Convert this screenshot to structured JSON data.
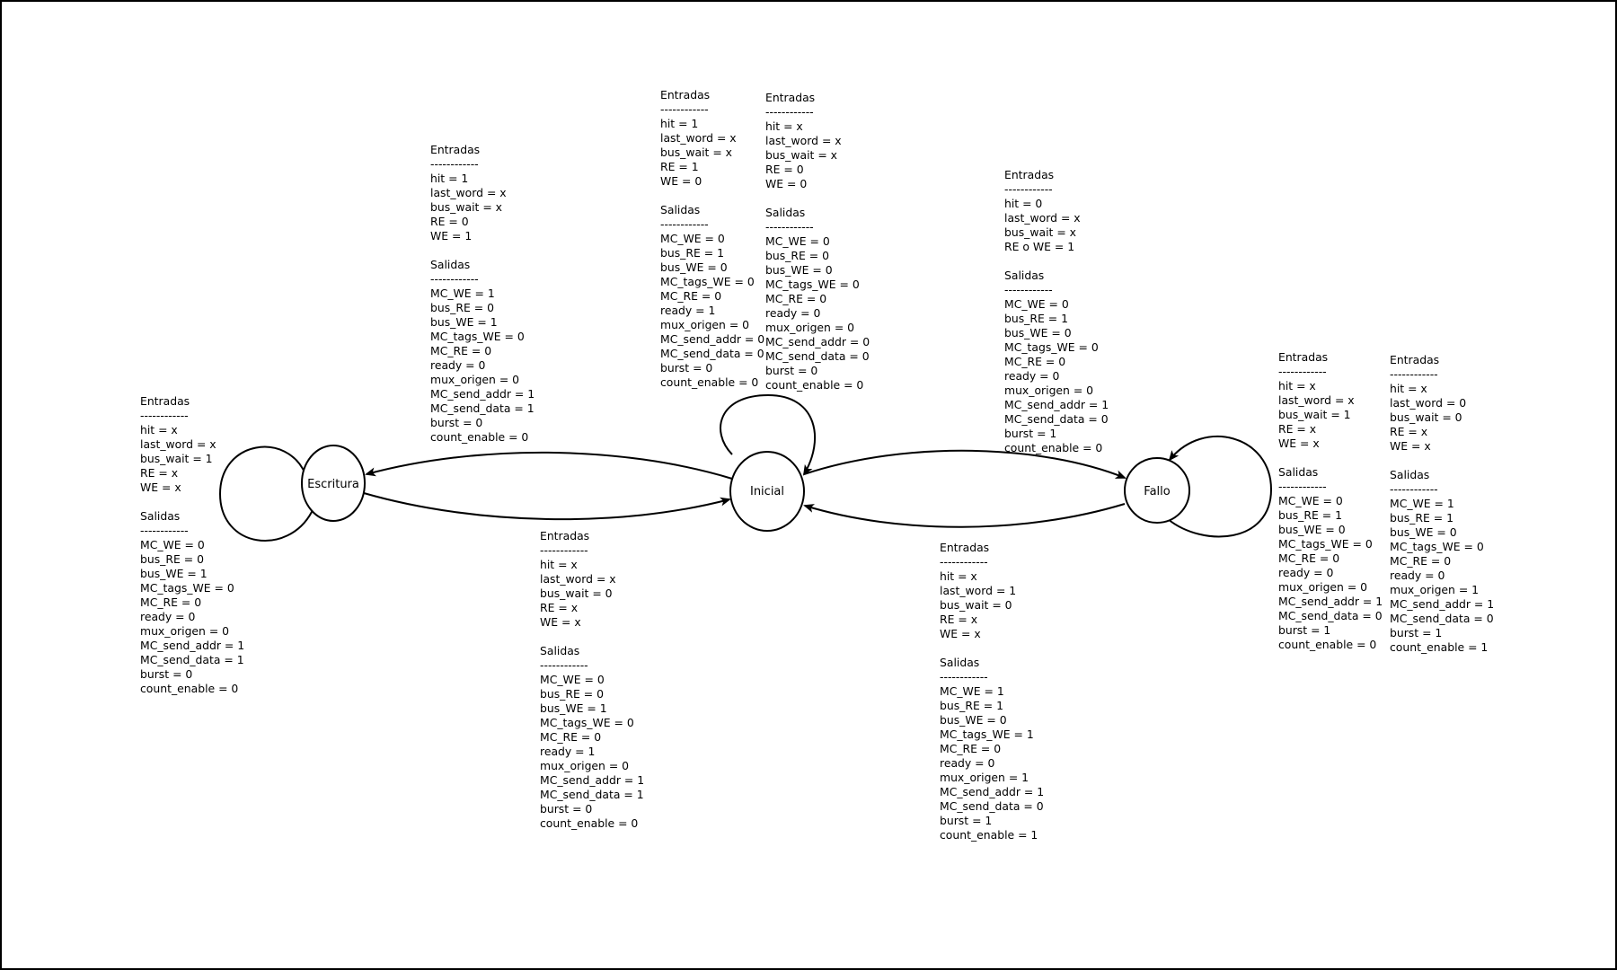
{
  "states": {
    "escritura": "Escritura",
    "inicial": "Inicial",
    "fallo": "Fallo"
  },
  "blocks": {
    "escritura_self": {
      "in_title": "Entradas",
      "in_sep": "------------",
      "inputs": [
        "hit = x",
        "last_word = x",
        "bus_wait = 1",
        "RE = x",
        "WE = x"
      ],
      "out_title": "Salidas",
      "out_sep": "------------",
      "outputs": [
        "MC_WE = 0",
        "bus_RE = 0",
        "bus_WE = 1",
        "MC_tags_WE = 0",
        "MC_RE = 0",
        "ready = 0",
        "mux_origen = 0",
        "MC_send_addr = 1",
        "MC_send_data = 1",
        "burst = 0",
        "count_enable = 0"
      ]
    },
    "inicial_to_escritura": {
      "in_title": "Entradas",
      "in_sep": "------------",
      "inputs": [
        "hit = 1",
        "last_word = x",
        "bus_wait = x",
        "RE = 0",
        "WE = 1"
      ],
      "out_title": "Salidas",
      "out_sep": "------------",
      "outputs": [
        "MC_WE = 1",
        "bus_RE = 0",
        "bus_WE = 1",
        "MC_tags_WE = 0",
        "MC_RE = 0",
        "ready = 0",
        "mux_origen = 0",
        "MC_send_addr = 1",
        "MC_send_data = 1",
        "burst = 0",
        "count_enable = 0"
      ]
    },
    "escritura_to_inicial": {
      "in_title": "Entradas",
      "in_sep": "------------",
      "inputs": [
        "hit = x",
        "last_word = x",
        "bus_wait = 0",
        "RE = x",
        "WE = x"
      ],
      "out_title": "Salidas",
      "out_sep": "------------",
      "outputs": [
        "MC_WE = 0",
        "bus_RE = 0",
        "bus_WE = 1",
        "MC_tags_WE = 0",
        "MC_RE = 0",
        "ready = 1",
        "mux_origen = 0",
        "MC_send_addr = 1",
        "MC_send_data = 1",
        "burst = 0",
        "count_enable = 0"
      ]
    },
    "inicial_self_read_hit": {
      "in_title": "Entradas",
      "in_sep": "------------",
      "inputs": [
        "hit = 1",
        "last_word = x",
        "bus_wait = x",
        "RE = 1",
        "WE = 0"
      ],
      "out_title": "Salidas",
      "out_sep": "------------",
      "outputs": [
        "MC_WE = 0",
        "bus_RE = 1",
        "bus_WE = 0",
        "MC_tags_WE = 0",
        "MC_RE = 0",
        "ready = 1",
        "mux_origen = 0",
        "MC_send_addr = 0",
        "MC_send_data = 0",
        "burst = 0",
        "count_enable = 0"
      ]
    },
    "inicial_self_idle": {
      "in_title": "Entradas",
      "in_sep": "------------",
      "inputs": [
        "hit = x",
        "last_word = x",
        "bus_wait = x",
        "RE = 0",
        "WE = 0"
      ],
      "out_title": "Salidas",
      "out_sep": "------------",
      "outputs": [
        "MC_WE = 0",
        "bus_RE = 0",
        "bus_WE = 0",
        "MC_tags_WE = 0",
        "MC_RE = 0",
        "ready = 0",
        "mux_origen = 0",
        "MC_send_addr = 0",
        "MC_send_data = 0",
        "burst = 0",
        "count_enable = 0"
      ]
    },
    "inicial_to_fallo": {
      "in_title": "Entradas",
      "in_sep": "------------",
      "inputs": [
        "hit = 0",
        "last_word = x",
        "bus_wait = x",
        "RE o WE = 1"
      ],
      "out_title": "Salidas",
      "out_sep": "------------",
      "outputs": [
        "MC_WE = 0",
        "bus_RE = 1",
        "bus_WE = 0",
        "MC_tags_WE = 0",
        "MC_RE = 0",
        "ready = 0",
        "mux_origen = 0",
        "MC_send_addr = 1",
        "MC_send_data = 0",
        "burst = 1",
        "count_enable = 0"
      ]
    },
    "fallo_to_inicial": {
      "in_title": "Entradas",
      "in_sep": "------------",
      "inputs": [
        "hit = x",
        "last_word = 1",
        "bus_wait = 0",
        "RE = x",
        "WE = x"
      ],
      "out_title": "Salidas",
      "out_sep": "------------",
      "outputs": [
        "MC_WE = 1",
        "bus_RE = 1",
        "bus_WE = 0",
        "MC_tags_WE = 1",
        "MC_RE = 0",
        "ready = 0",
        "mux_origen = 1",
        "MC_send_addr = 1",
        "MC_send_data = 0",
        "burst = 1",
        "count_enable = 1"
      ]
    },
    "fallo_self_wait": {
      "in_title": "Entradas",
      "in_sep": "------------",
      "inputs": [
        "hit = x",
        "last_word = x",
        "bus_wait = 1",
        "RE = x",
        "WE = x"
      ],
      "out_title": "Salidas",
      "out_sep": "------------",
      "outputs": [
        "MC_WE = 0",
        "bus_RE = 1",
        "bus_WE = 0",
        "MC_tags_WE = 0",
        "MC_RE = 0",
        "ready = 0",
        "mux_origen = 0",
        "MC_send_addr = 1",
        "MC_send_data = 0",
        "burst = 1",
        "count_enable = 0"
      ]
    },
    "fallo_self_word": {
      "in_title": "Entradas",
      "in_sep": "------------",
      "inputs": [
        "hit = x",
        "last_word = 0",
        "bus_wait = 0",
        "RE = x",
        "WE = x"
      ],
      "out_title": "Salidas",
      "out_sep": "------------",
      "outputs": [
        "MC_WE = 1",
        "bus_RE = 1",
        "bus_WE = 0",
        "MC_tags_WE = 0",
        "MC_RE = 0",
        "ready = 0",
        "mux_origen = 1",
        "MC_send_addr = 1",
        "MC_send_data = 0",
        "burst = 1",
        "count_enable = 1"
      ]
    }
  }
}
